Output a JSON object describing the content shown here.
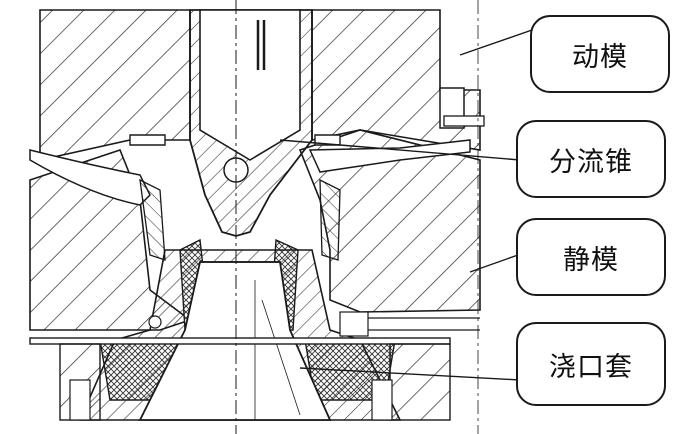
{
  "callouts": [
    {
      "id": "movable-die",
      "label": "动模"
    },
    {
      "id": "spreader",
      "label": "分流锥"
    },
    {
      "id": "fixed-die",
      "label": "静模"
    },
    {
      "id": "sprue-bushing",
      "label": "浇口套"
    }
  ],
  "colors": {
    "ink": "#1a1a1a",
    "hatch": "#2a2a2a",
    "paper": "#ffffff",
    "crosshatch": "#3a3a3a"
  }
}
